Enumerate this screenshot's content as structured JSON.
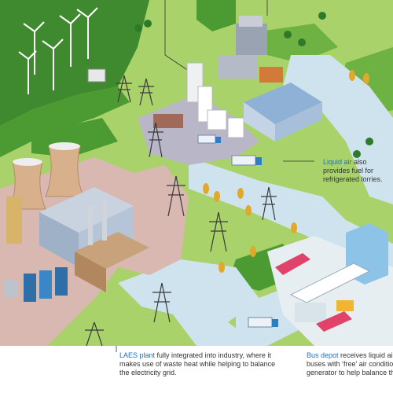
{
  "captions": {
    "liquid_air": {
      "highlight": "Liquid air",
      "line1": " also",
      "line2": "provides fuel for",
      "line3": "refrigerated lorries."
    },
    "laes": {
      "highlight": "LAES plant",
      "line1": " fully integrated into industry, where it",
      "line2": "makes use of waste heat while helping to balance",
      "line3": "the electricity grid."
    },
    "bus": {
      "highlight": "Bus depot",
      "line1": " receives liquid air",
      "line2": "buses with ‘free’ air condition",
      "line3": "generator to help balance the"
    }
  },
  "colors": {
    "field_light": "#a9d36a",
    "field_dark": "#4c9a32",
    "hill": "#3f8a2e",
    "road": "#cfe3ef",
    "industrial_ground": "#d9b8b2",
    "accent_blue": "#1a6fc4",
    "warehouse_roof": "#8fb1d6"
  },
  "icons": [
    "wind-turbine-icon",
    "pylon-icon",
    "cooling-tower-icon",
    "storage-tank-icon",
    "tree-icon",
    "bus-icon",
    "lorry-icon",
    "warehouse-icon"
  ]
}
